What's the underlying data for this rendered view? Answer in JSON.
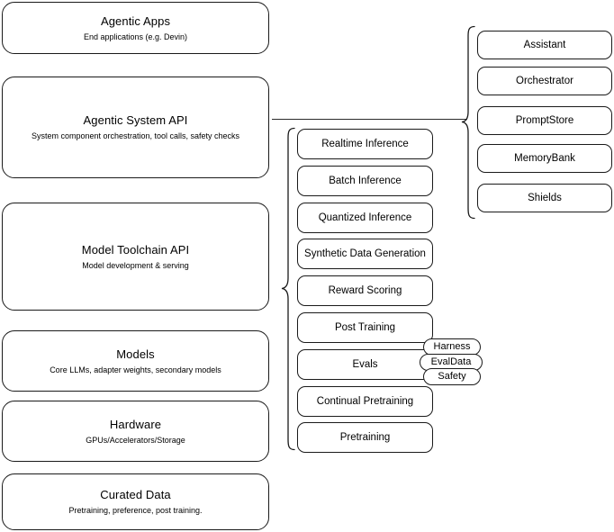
{
  "diagram": {
    "title": "Agentic stack layered architecture",
    "stroke_color": "#1a1a1a",
    "background_color": "#ffffff",
    "text_color": "#000000"
  },
  "layers": [
    {
      "title": "Agentic Apps",
      "subtitle": "End applications (e.g. Devin)"
    },
    {
      "title": "Agentic System API",
      "subtitle": "System component orchestration, tool calls, safety checks"
    },
    {
      "title": "Model Toolchain API",
      "subtitle": "Model development & serving"
    },
    {
      "title": "Models",
      "subtitle": "Core LLMs, adapter weights, secondary models"
    },
    {
      "title": "Hardware",
      "subtitle": "GPUs/Accelerators/Storage"
    },
    {
      "title": "Curated Data",
      "subtitle": "Pretraining, preference, post training."
    }
  ],
  "capabilities": [
    {
      "label": "Realtime Inference"
    },
    {
      "label": "Batch Inference"
    },
    {
      "label": "Quantized Inference"
    },
    {
      "label": "Synthetic Data Generation"
    },
    {
      "label": "Reward Scoring"
    },
    {
      "label": "Post Training"
    },
    {
      "label": "Evals"
    },
    {
      "label": "Continual Pretraining"
    },
    {
      "label": "Pretraining"
    }
  ],
  "eval_badges": [
    {
      "label": "Harness"
    },
    {
      "label": "EvalData"
    },
    {
      "label": "Safety"
    }
  ],
  "system_components": [
    {
      "label": "Assistant"
    },
    {
      "label": "Orchestrator"
    },
    {
      "label": "PromptStore"
    },
    {
      "label": "MemoryBank"
    },
    {
      "label": "Shields"
    }
  ]
}
